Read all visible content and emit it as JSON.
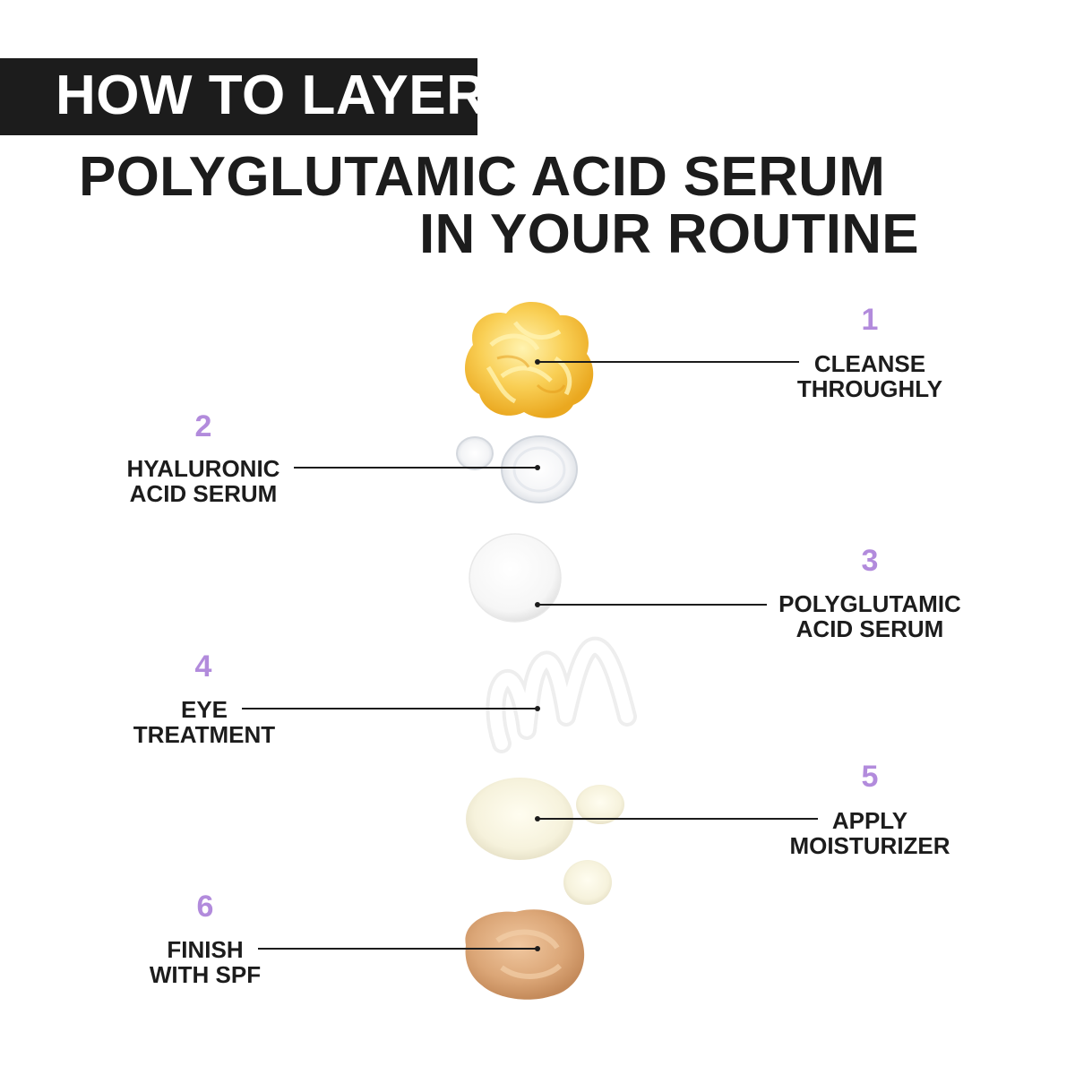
{
  "header": {
    "banner": "HOW TO LAYER",
    "line1": "POLYGLUTAMIC ACID SERUM",
    "line2": "IN YOUR ROUTINE"
  },
  "steps": [
    {
      "number": "1",
      "line1": "CLEANSE",
      "line2": "THROUGHLY"
    },
    {
      "number": "2",
      "line1": "HYALURONIC",
      "line2": "ACID SERUM"
    },
    {
      "number": "3",
      "line1": "POLYGLUTAMIC",
      "line2": "ACID SERUM"
    },
    {
      "number": "4",
      "line1": "EYE",
      "line2": "TREATMENT"
    },
    {
      "number": "5",
      "line1": "APPLY",
      "line2": "MOISTURIZER"
    },
    {
      "number": "6",
      "line1": "FINISH",
      "line2": "WITH SPF"
    }
  ],
  "colors": {
    "accent": "#b28bdc",
    "banner_bg": "#1c1c1c",
    "text": "#1c1c1c",
    "cleanser": "#f7c948",
    "spf": "#d9a273"
  }
}
